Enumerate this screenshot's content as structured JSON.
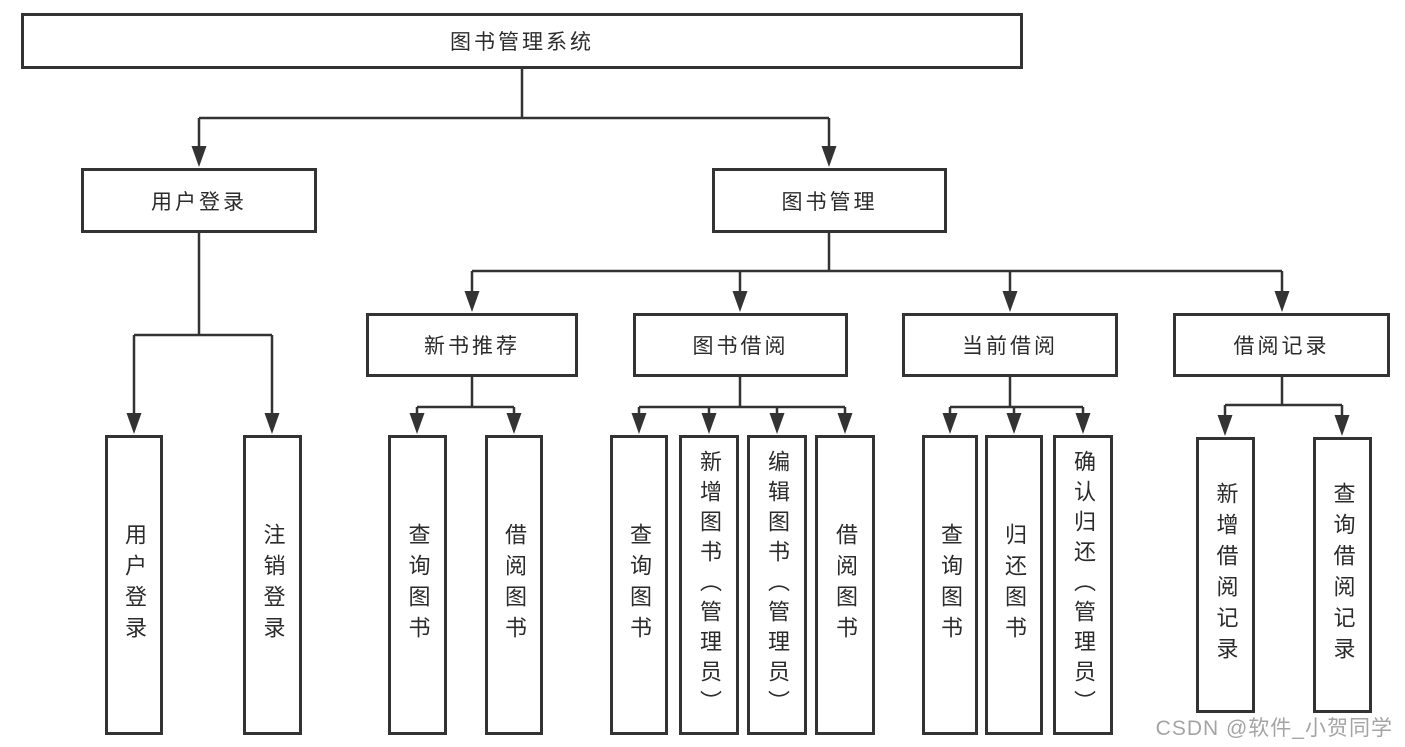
{
  "diagram": {
    "tree": {
      "label": "图书管理系统",
      "children": [
        {
          "label": "用户登录",
          "children": [
            {
              "label": "用户登录"
            },
            {
              "label": "注销登录"
            }
          ]
        },
        {
          "label": "图书管理",
          "children": [
            {
              "label": "新书推荐",
              "children": [
                {
                  "label": "查询图书"
                },
                {
                  "label": "借阅图书"
                }
              ]
            },
            {
              "label": "图书借阅",
              "children": [
                {
                  "label": "查询图书"
                },
                {
                  "label": "新增图书（管理员）"
                },
                {
                  "label": "编辑图书（管理员）"
                },
                {
                  "label": "借阅图书"
                }
              ]
            },
            {
              "label": "当前借阅",
              "children": [
                {
                  "label": "查询图书"
                },
                {
                  "label": "归还图书"
                },
                {
                  "label": "确认归还（管理员）"
                }
              ]
            },
            {
              "label": "借阅记录",
              "children": [
                {
                  "label": "新增借阅记录"
                },
                {
                  "label": "查询借阅记录"
                }
              ]
            }
          ]
        }
      ]
    },
    "watermark": "CSDN @软件_小贺同学",
    "colors": {
      "line": "#333333",
      "text": "#2b2b2b",
      "watermark": "#949494",
      "background": "#ffffff"
    }
  }
}
